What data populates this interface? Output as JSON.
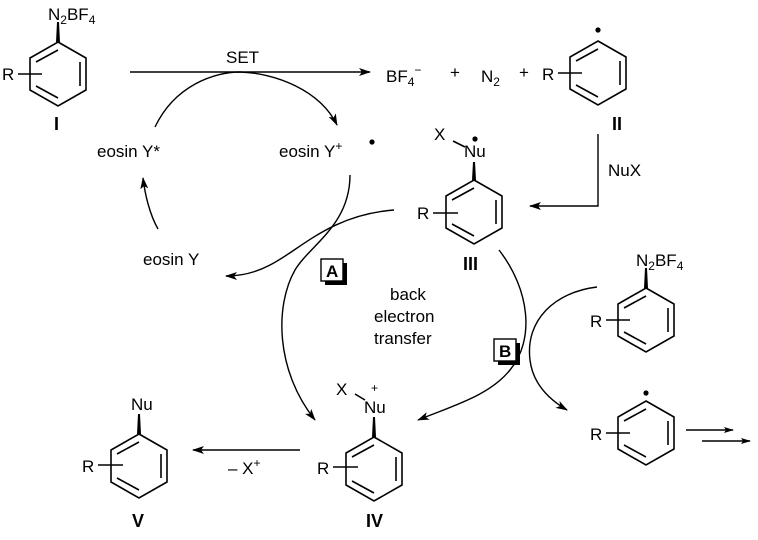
{
  "compounds": {
    "I": {
      "label": "I",
      "substituent_top": "N2BF4",
      "top_main": "N",
      "top_sub": "2",
      "top_rest": "BF",
      "top_sub2": "4",
      "r_label": "R"
    },
    "II": {
      "label": "II",
      "r_label": "R",
      "radical": "•"
    },
    "III": {
      "label": "III",
      "x_label": "X",
      "nu_label": "Nu",
      "radical": "•",
      "r_label": "R"
    },
    "IV": {
      "label": "IV",
      "x_label": "X",
      "nu_label": "Nu",
      "charge": "+",
      "r_label": "R"
    },
    "V": {
      "label": "V",
      "nu_label": "Nu",
      "r_label": "R"
    },
    "aryl_diazonium_B": {
      "top_main": "N",
      "top_sub": "2",
      "top_rest": "BF",
      "top_sub2": "4",
      "r_label": "R"
    },
    "aryl_radical_B": {
      "r_label": "R",
      "radical": "•"
    }
  },
  "reaction_labels": {
    "set": "SET",
    "byproducts_bf4": "BF",
    "byproducts_bf4_sub": "4",
    "byproducts_bf4_charge": "−",
    "plus1": "+",
    "byproducts_n2": "N",
    "byproducts_n2_sub": "2",
    "plus2": "+",
    "nux": "NuX",
    "minus_x": "– X",
    "minus_x_charge": "+",
    "back_et_1": "back",
    "back_et_2": "electron",
    "back_et_3": "transfer"
  },
  "photocatalyst": {
    "excited": "eosin Y*",
    "radical_cation": "eosin Y",
    "radical_cation_charge": "+",
    "radical_cation_dot": "•",
    "ground": "eosin Y"
  },
  "pathways": {
    "A": "A",
    "B": "B"
  }
}
